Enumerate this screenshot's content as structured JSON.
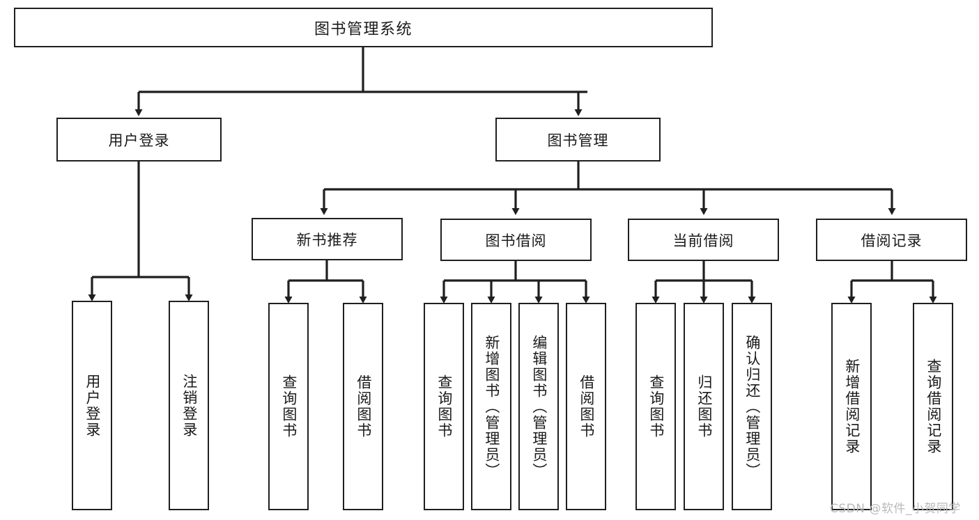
{
  "diagram": {
    "type": "tree",
    "title": "图书管理系统",
    "root": {
      "label": "图书管理系统"
    },
    "level2": [
      {
        "label": "用户登录"
      },
      {
        "label": "图书管理"
      }
    ],
    "level3": [
      {
        "label": "新书推荐"
      },
      {
        "label": "图书借阅"
      },
      {
        "label": "当前借阅"
      },
      {
        "label": "借阅记录"
      }
    ],
    "leaves": {
      "user_login": [
        {
          "label": "用户登录"
        },
        {
          "label": "注销登录"
        }
      ],
      "new_book_recommend": [
        {
          "label": "查询图书"
        },
        {
          "label": "借阅图书"
        }
      ],
      "book_borrow": [
        {
          "label": "查询图书"
        },
        {
          "label": "新增图书（管理员）"
        },
        {
          "label": "编辑图书（管理员）"
        },
        {
          "label": "借阅图书"
        }
      ],
      "current_borrow": [
        {
          "label": "查询图书"
        },
        {
          "label": "归还图书"
        },
        {
          "label": "确认归还（管理员）"
        }
      ],
      "borrow_record": [
        {
          "label": "新增借阅记录"
        },
        {
          "label": "查询借阅记录"
        }
      ]
    }
  },
  "watermark": {
    "text": "CSDN @软件_小贺同学"
  },
  "colors": {
    "stroke": "#1f1f1f",
    "text": "#1a1a1a",
    "background": "#ffffff",
    "watermark": "#b9b9b9"
  }
}
